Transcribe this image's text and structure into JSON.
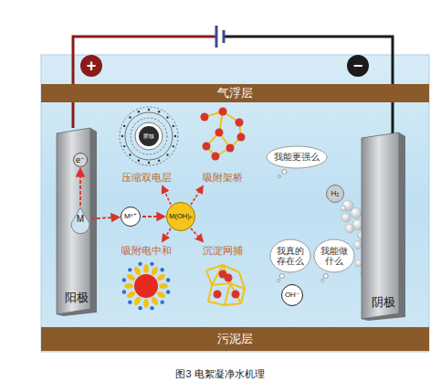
{
  "diagram": {
    "caption": "图3 电絮凝净水机理",
    "nodes": [
      {
        "text": [
          "+"
        ]
      },
      {
        "text": [
          "−"
        ]
      },
      {
        "text": [
          "气浮层"
        ]
      },
      {
        "text": [
          "阳极"
        ]
      },
      {
        "text": [
          "e⁻"
        ],
        "in": 3
      },
      {
        "text": [
          "M"
        ],
        "in": 3
      },
      {
        "text": [
          "胶核"
        ]
      },
      {
        "text": [
          "Mⁿ⁺"
        ]
      },
      {
        "text": [
          "M(OH)ₙ"
        ]
      },
      {
        "text": [
          "我能更强么"
        ]
      },
      {
        "text": [
          "H₂"
        ]
      },
      {
        "text": [
          "我真的存在么"
        ]
      },
      {
        "text": [
          "我能做什么"
        ]
      },
      {
        "text": [
          "OH⁻"
        ]
      },
      {
        "text": [
          "阴极"
        ]
      },
      {
        "text": [
          "污泥层"
        ]
      }
    ],
    "edges": [
      {
        "from": 5,
        "to": 4,
        "arrow": "to"
      },
      {
        "from": 5,
        "to": 7,
        "arrow": "to"
      },
      {
        "from": 7,
        "to": 8,
        "arrow": "to"
      }
    ],
    "labels": [
      "压缩双电层",
      "吸附架桥",
      "吸附电中和",
      "沉淀网捕"
    ]
  }
}
